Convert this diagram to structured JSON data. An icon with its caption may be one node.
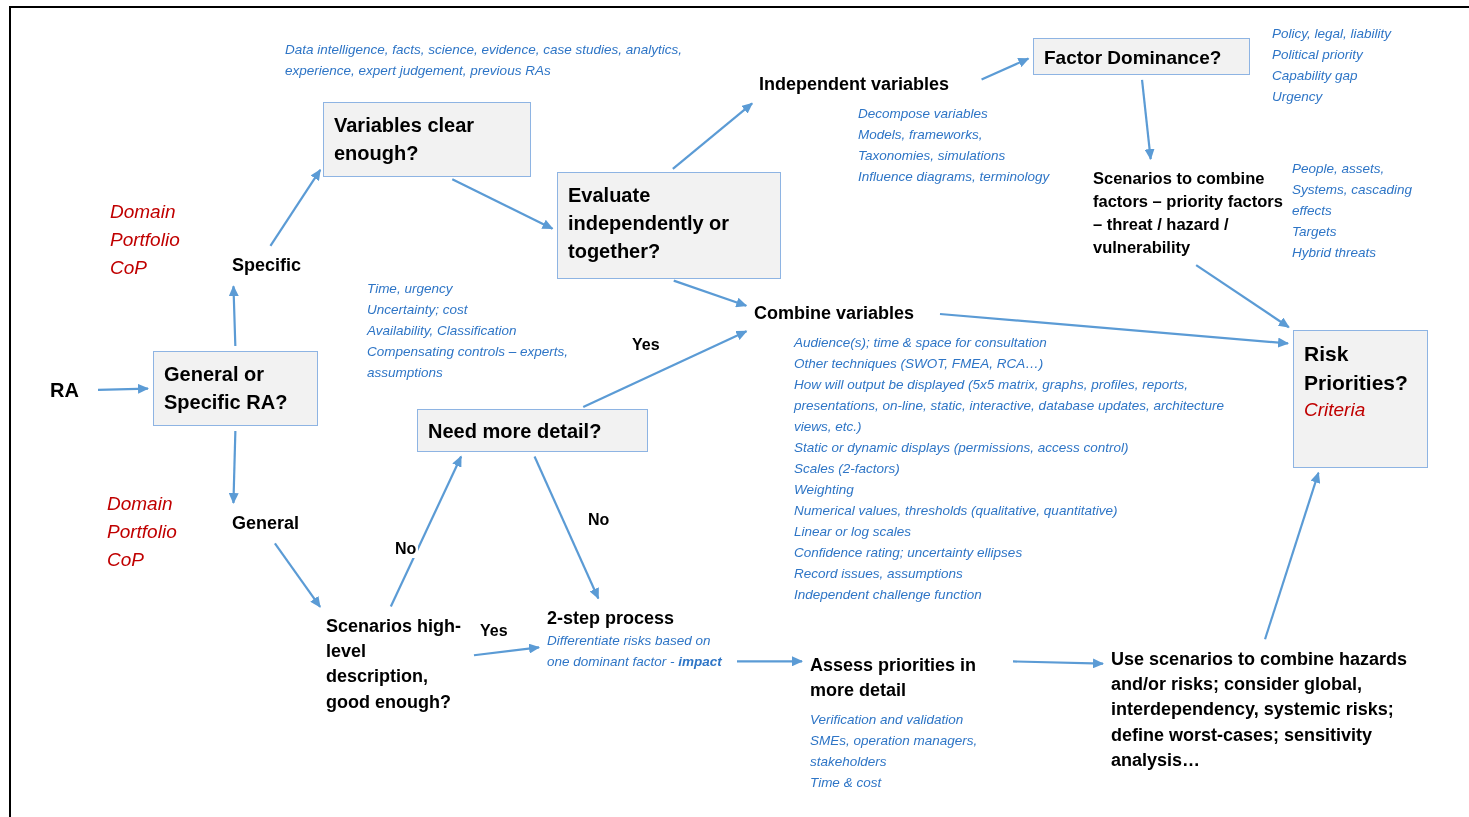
{
  "diagram": {
    "nodes": [
      {
        "text": [
          "RA"
        ]
      },
      {
        "text": [
          "General or Specific RA?"
        ]
      },
      {
        "text": [
          "Specific"
        ]
      },
      {
        "text": [
          "General"
        ]
      },
      {
        "text": [
          "Variables clear enough?"
        ]
      },
      {
        "text": [
          "Evaluate independently or together?"
        ]
      },
      {
        "text": [
          "Independent variables"
        ]
      },
      {
        "text": [
          "Factor Dominance?"
        ]
      },
      {
        "text": [
          "Scenarios to combine factors – priority factors – threat / hazard / vulnerability"
        ]
      },
      {
        "text": [
          "Combine variables"
        ]
      },
      {
        "text": [
          "Risk Priorities?",
          "Criteria"
        ]
      },
      {
        "text": [
          "Need more detail?"
        ]
      },
      {
        "text": [
          "Scenarios high-level description, good enough?"
        ]
      },
      {
        "text": [
          "2-step process",
          "Differentiate risks based on one dominant factor - **impact**"
        ]
      },
      {
        "text": [
          "Assess priorities in more detail"
        ]
      },
      {
        "text": [
          "Use scenarios to combine hazards and/or risks; consider global, interdependency, systemic risks; define worst-cases; sensitivity analysis…"
        ]
      }
    ],
    "edges": [
      {
        "from": 0,
        "to": 1,
        "arrow": "to"
      },
      {
        "from": 1,
        "to": 2,
        "arrow": "to"
      },
      {
        "from": 1,
        "to": 3,
        "arrow": "to"
      },
      {
        "from": 2,
        "to": 4,
        "arrow": "to"
      },
      {
        "from": 4,
        "to": 5,
        "arrow": "to"
      },
      {
        "from": 5,
        "to": 6,
        "arrow": "to"
      },
      {
        "from": 6,
        "to": 7,
        "arrow": "to"
      },
      {
        "from": 7,
        "to": 8,
        "arrow": "to"
      },
      {
        "from": 5,
        "to": 9,
        "arrow": "to"
      },
      {
        "from": 8,
        "to": 10,
        "arrow": "to"
      },
      {
        "from": 9,
        "to": 10,
        "arrow": "to"
      },
      {
        "from": 3,
        "to": 12,
        "arrow": "to"
      },
      {
        "from": 12,
        "to": 11,
        "arrow": "to",
        "label": "No"
      },
      {
        "from": 11,
        "to": 9,
        "arrow": "to",
        "label": "Yes"
      },
      {
        "from": 11,
        "to": 13,
        "arrow": "to",
        "label": "No"
      },
      {
        "from": 12,
        "to": 13,
        "arrow": "to",
        "label": "Yes"
      },
      {
        "from": 13,
        "to": 14,
        "arrow": "to"
      },
      {
        "from": 14,
        "to": 15,
        "arrow": "to"
      },
      {
        "from": 15,
        "to": 10,
        "arrow": "to"
      }
    ],
    "labels": [
      "Data intelligence, facts, science, evidence, case studies, analytics, experience, expert judgement, previous RAs",
      "Policy, legal, liability",
      "Political priority",
      "Capability gap",
      "Urgency",
      "Decompose variables",
      "Models, frameworks,",
      "Taxonomies, simulations",
      "Influence diagrams, terminology",
      "People, assets,",
      "Systems, cascading effects",
      "Targets",
      "Hybrid threats",
      "Domain",
      "Portfolio",
      "CoP",
      "Time, urgency",
      "Uncertainty; cost",
      "Availability, Classification",
      "Compensating controls – experts, assumptions",
      "Audience(s); time & space for consultation",
      "Other techniques (SWOT, FMEA, RCA…)",
      "How will output be displayed (5x5 matrix, graphs, profiles, reports, presentations, on-line, static, interactive, database updates, architecture views, etc.)",
      "Static or dynamic displays (permissions, access control)",
      "Scales (2-factors)",
      "Weighting",
      "Numerical values, thresholds (qualitative, quantitative)",
      "Linear or log scales",
      "Confidence rating; uncertainty ellipses",
      "Record issues, assumptions",
      "Independent challenge function",
      "Domain",
      "Portfolio",
      "CoP",
      "Verification and validation",
      "SMEs, operation managers, stakeholders",
      "Time & cost"
    ]
  }
}
